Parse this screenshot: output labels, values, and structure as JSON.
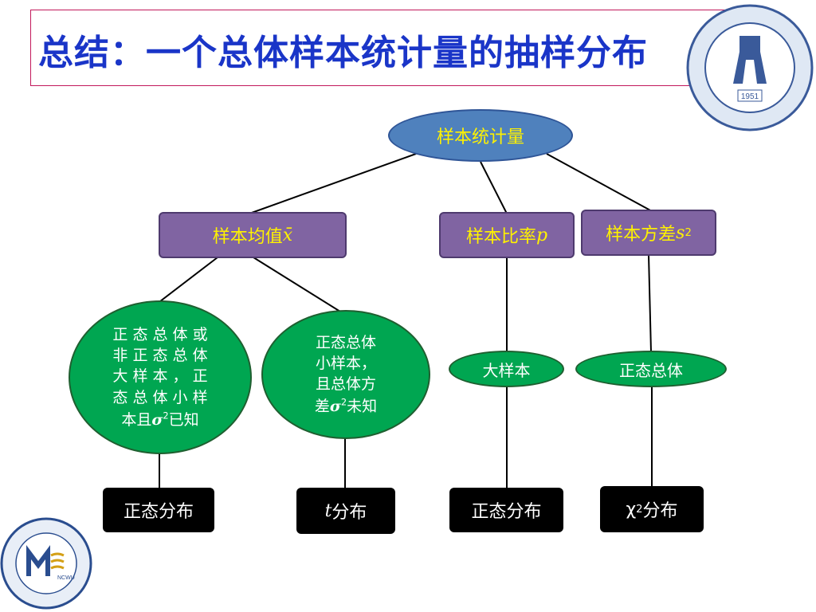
{
  "slide": {
    "title": "总结：一个总体样本统计量的抽样分布"
  },
  "logos": {
    "university_year": "1951",
    "school_abbrev": "NCWU"
  },
  "tree": {
    "root": "样本统计量",
    "mean_label": "样本均值",
    "mean_symbol": "x̄",
    "prop_label": "样本比率",
    "prop_symbol": "p",
    "var_label": "样本方差",
    "var_symbol": "s",
    "var_exp": "2",
    "cond1_text": "正 态 总 体 或\n非 正 态 总 体\n大 样 本 ， 正\n态 总 体 小 样\n本且",
    "cond1_sigma": "σ",
    "cond1_exp": "2",
    "cond1_suffix": "已知",
    "cond2_text": "正态总体\n小样本，\n且总体方\n差",
    "cond2_sigma": "σ",
    "cond2_exp": "2",
    "cond2_suffix": "未知",
    "cond3_text": "大样本",
    "cond4_text": "正态总体",
    "dist1": "正态分布",
    "dist2_symbol": "t",
    "dist2_text": "分布",
    "dist3": "正态分布",
    "dist4_symbol": "χ",
    "dist4_exp": "2",
    "dist4_text": "分布"
  },
  "colors": {
    "title": "#1a35c8",
    "root_fill": "#4f81bd",
    "level1_fill": "#8064a2",
    "level2_fill": "#00a651",
    "leaf_fill": "#000000",
    "label_yellow": "#fff200"
  }
}
